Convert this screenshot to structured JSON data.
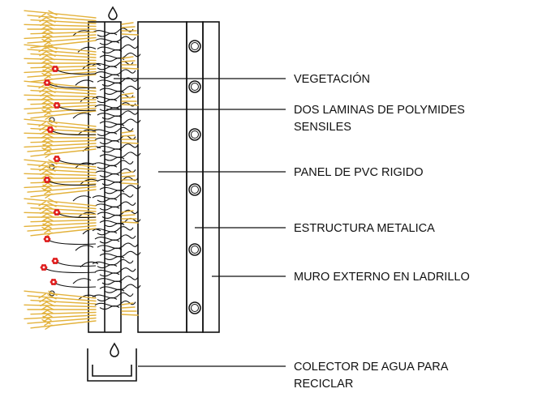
{
  "labels": {
    "vegetacion": "VEGETACIÓN",
    "laminas_line1": "DOS LAMINAS DE POLYMIDES",
    "laminas_line2": "SENSILES",
    "panel_pvc": "PANEL DE PVC RIGIDO",
    "estructura": "ESTRUCTURA METALICA",
    "muro": "MURO EXTERNO EN LADRILLO",
    "colector_line1": "COLECTOR DE AGUA PARA",
    "colector_line2": "RECICLAR"
  },
  "colors": {
    "line": "#111111",
    "grass": "#e3b23c",
    "flower": "#e02020"
  },
  "icons": [
    "water-drop-icon",
    "bolt-icon",
    "grass-tuft-icon",
    "red-flower-icon"
  ]
}
